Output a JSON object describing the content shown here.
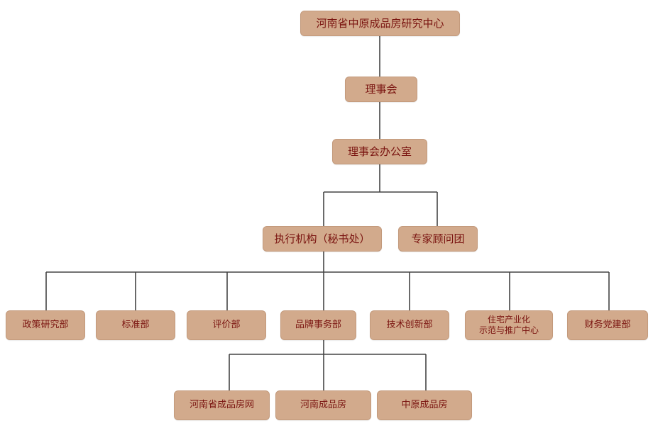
{
  "org": {
    "root": "河南省中原成品房研究中心",
    "board": "理事会",
    "board_office": "理事会办公室",
    "executive": "执行机构（秘书处）",
    "advisors": "专家顾问团",
    "departments": [
      "政策研究部",
      "标准部",
      "评价部",
      "品牌事务部",
      "技术创新部",
      "住宅产业化示范与推广中心",
      "财务党建部"
    ],
    "residential_center": {
      "line1": "住宅产业化",
      "line2": "示范与推广中心"
    },
    "brand_units": [
      "河南省成品房网",
      "河南成品房",
      "中原成品房"
    ]
  },
  "colors": {
    "box_fill": "#d2aa8c",
    "box_text": "#7a1410",
    "connector": "#444444"
  }
}
